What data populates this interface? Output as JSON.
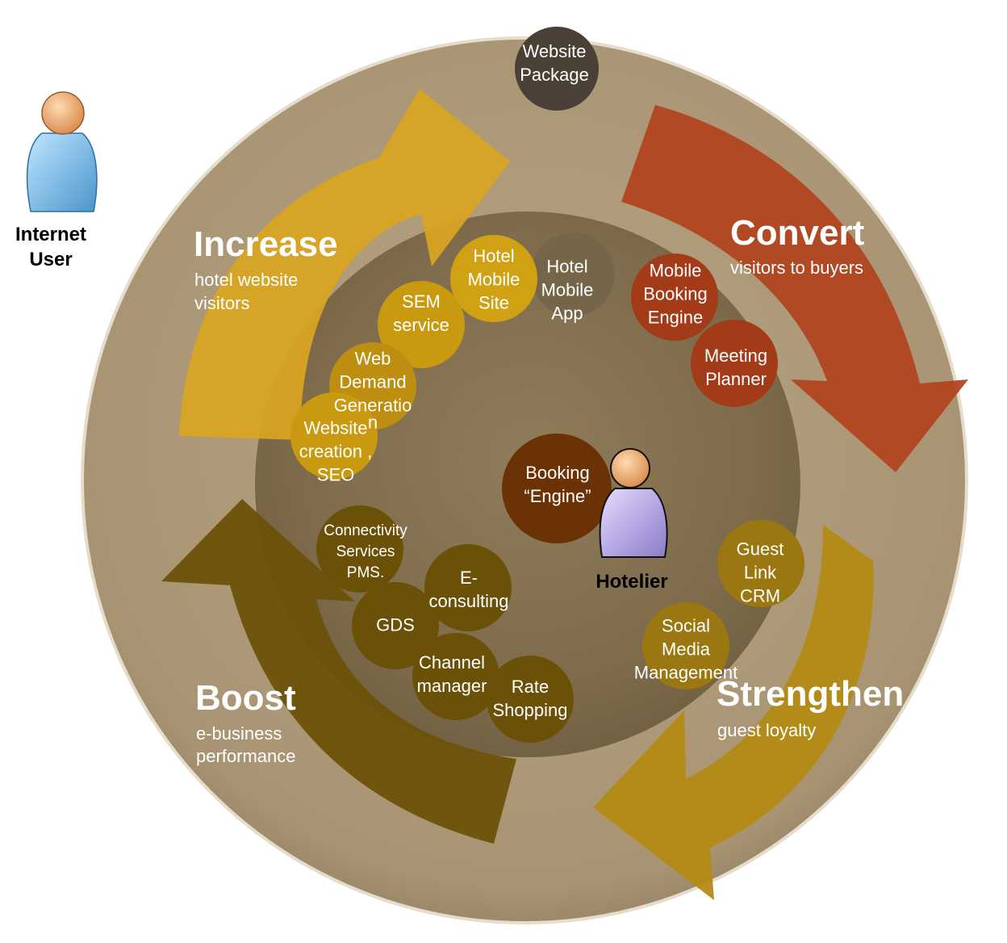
{
  "internet_user": {
    "line1": "Internet",
    "line2": "User"
  },
  "hotelier": {
    "label": "Hotelier"
  },
  "phases": {
    "increase": {
      "title": "Increase",
      "line1": "hotel website",
      "line2": "visitors",
      "color": "#D9A520"
    },
    "convert": {
      "title": "Convert",
      "line1": "visitors to buyers",
      "color": "#B2431E"
    },
    "strengthen": {
      "title": "Strengthen",
      "line1": "guest loyalty",
      "color": "#B48A12"
    },
    "boost": {
      "title": "Boost",
      "line1": "e-business",
      "line2": "performance",
      "color": "#6B5108"
    }
  },
  "bubbles": {
    "website_package": [
      "Website",
      "Package"
    ],
    "hotel_mobile_site": [
      "Hotel",
      "Mobile",
      "Site"
    ],
    "hotel_mobile_app": [
      "Hotel",
      "Mobile",
      "App"
    ],
    "sem_service": [
      "SEM",
      "service"
    ],
    "web_demand": [
      "Web",
      "Demand",
      "Generatio",
      "n"
    ],
    "website_creation": [
      "Website",
      "creation ,",
      "SEO"
    ],
    "mobile_booking_engine": [
      "Mobile",
      "Booking",
      "Engine"
    ],
    "meeting_planner": [
      "Meeting",
      "Planner"
    ],
    "booking_engine": [
      "Booking",
      "“Engine”"
    ],
    "connectivity": [
      "Connectivity",
      "Services",
      "PMS."
    ],
    "e_consulting": [
      "E-",
      "consulting"
    ],
    "gds": [
      "GDS"
    ],
    "channel_manager": [
      "Channel",
      "manager"
    ],
    "rate_shopping": [
      "Rate",
      "Shopping"
    ],
    "guest_link": [
      "Guest",
      "Link",
      "CRM"
    ],
    "social_media": [
      "Social",
      "Media",
      "Management"
    ]
  }
}
